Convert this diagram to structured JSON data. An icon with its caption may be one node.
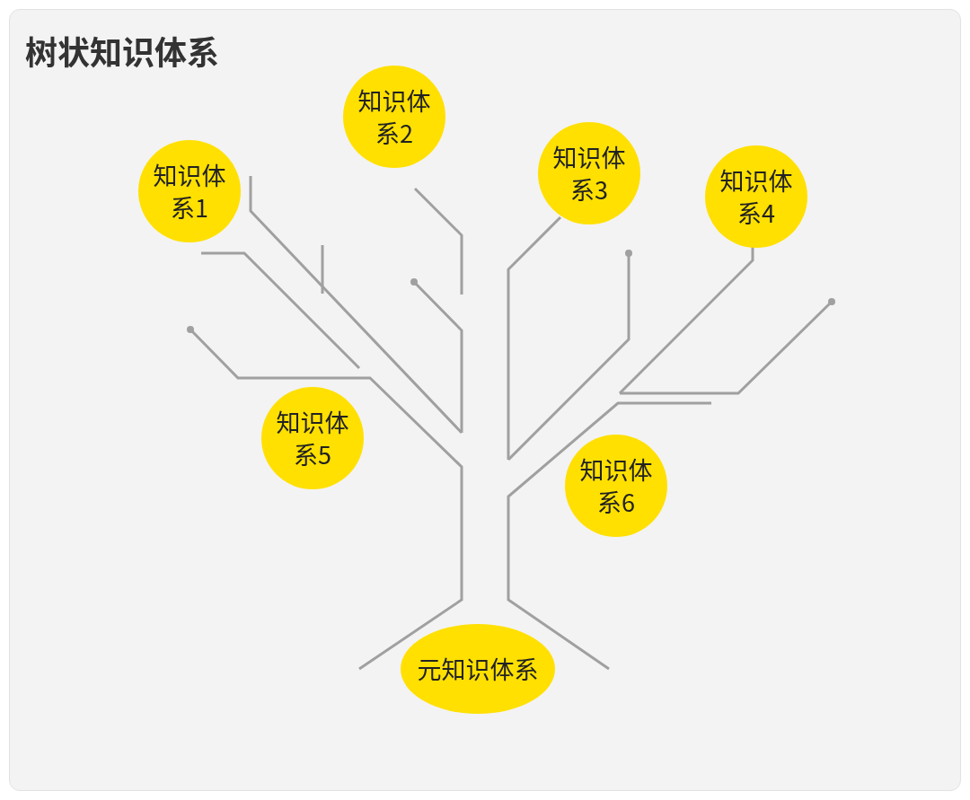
{
  "diagram": {
    "title": "树状知识体系",
    "nodes": [
      {
        "text": [
          "知识体系1"
        ]
      },
      {
        "text": [
          "知识体系2"
        ]
      },
      {
        "text": [
          "知识体系3"
        ]
      },
      {
        "text": [
          "知识体系4"
        ]
      },
      {
        "text": [
          "知识体系5"
        ]
      },
      {
        "text": [
          "知识体系6"
        ]
      },
      {
        "text": [
          "元知识体系"
        ]
      }
    ]
  }
}
